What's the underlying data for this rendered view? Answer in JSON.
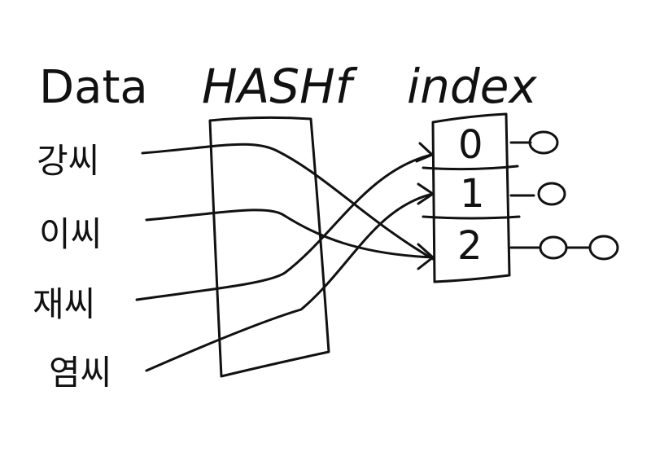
{
  "headers": {
    "data": "Data",
    "hash": "HASHf",
    "index": "index"
  },
  "keys": [
    "강씨",
    "이씨",
    "재씨",
    "염씨"
  ],
  "buckets": [
    "0",
    "1",
    "2"
  ],
  "colors": {
    "ink": "#111111",
    "paper": "#ffffff"
  }
}
